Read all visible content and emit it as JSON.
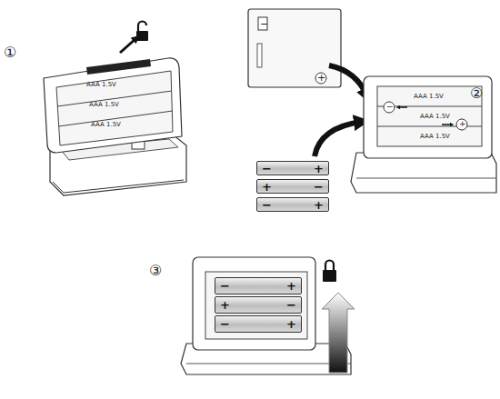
{
  "diagram": {
    "nodes": [
      {
        "text": [
          "−",
          "+"
        ]
      },
      {
        "text": [
          "+",
          "−"
        ]
      },
      {
        "text": [
          "−",
          "+"
        ]
      },
      {
        "text": [
          "−",
          "+"
        ]
      },
      {
        "text": [
          "+",
          "−"
        ]
      },
      {
        "text": [
          "−",
          "+"
        ]
      }
    ],
    "labels": [
      "①",
      "AAA 1.5V",
      "AAA 1.5V",
      "AAA 1.5V",
      "−",
      "+",
      "②",
      "AAA 1.5V",
      "AAA 1.5V",
      "AAA 1.5V",
      "−",
      "+",
      "③"
    ]
  }
}
